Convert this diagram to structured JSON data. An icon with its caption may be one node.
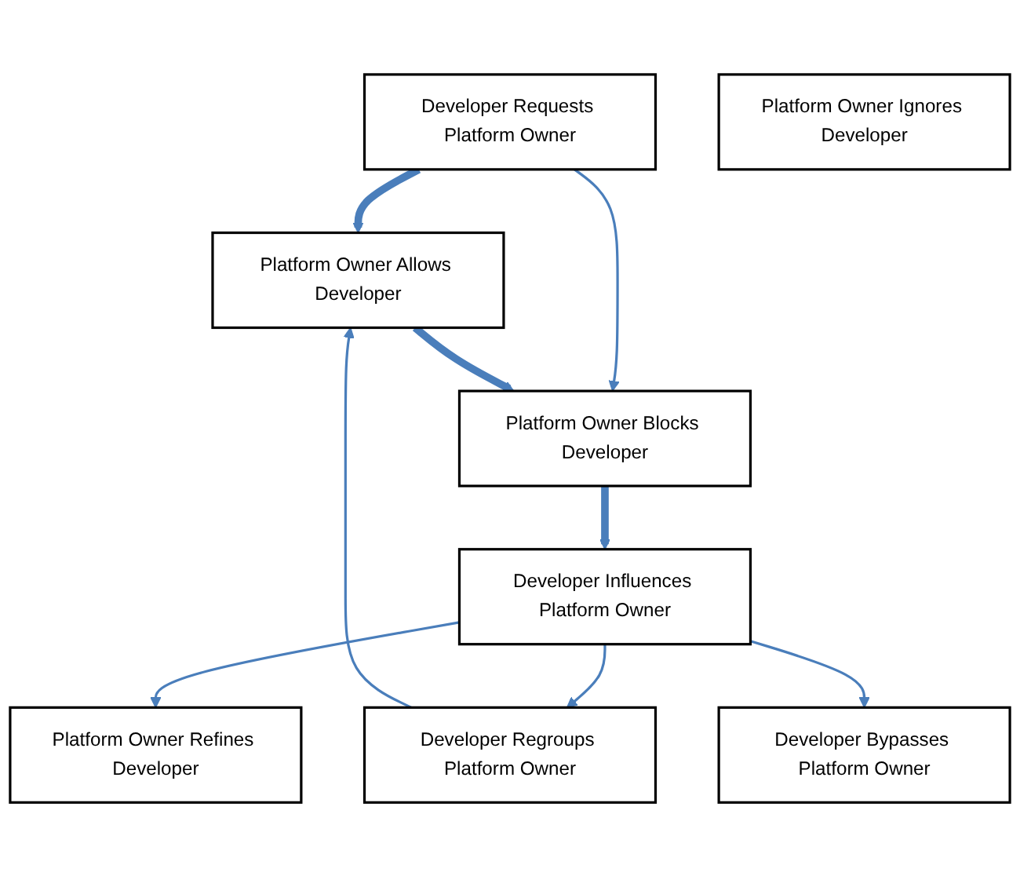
{
  "diagram": {
    "nodes": [
      {
        "text": [
          "Developer Requests Platform Owner"
        ]
      },
      {
        "text": [
          "Platform Owner Allows Developer"
        ]
      },
      {
        "text": [
          "Developer Influences Platform Owner"
        ]
      },
      {
        "text": [
          "Platform Owner Blocks Developer"
        ]
      },
      {
        "text": [
          "Developer Regroups Platform Owner"
        ]
      },
      {
        "text": [
          "Platform Owner Refines Developer"
        ]
      },
      {
        "text": [
          "Developer Bypasses Platform Owner"
        ]
      },
      {
        "text": [
          "Platform Owner Ignores Developer"
        ]
      }
    ],
    "edges": [
      {
        "from": 0,
        "to": 1,
        "arrow": "to",
        "style": "thick"
      },
      {
        "from": 0,
        "to": 3,
        "arrow": "to"
      },
      {
        "from": 1,
        "to": 3,
        "arrow": "to",
        "style": "thick"
      },
      {
        "from": 3,
        "to": 2,
        "arrow": "to",
        "style": "thick"
      },
      {
        "from": 2,
        "to": 4,
        "arrow": "to"
      },
      {
        "from": 2,
        "to": 5,
        "arrow": "to"
      },
      {
        "from": 4,
        "to": 1,
        "arrow": "to"
      },
      {
        "from": 2,
        "to": 6,
        "arrow": "to"
      }
    ]
  }
}
